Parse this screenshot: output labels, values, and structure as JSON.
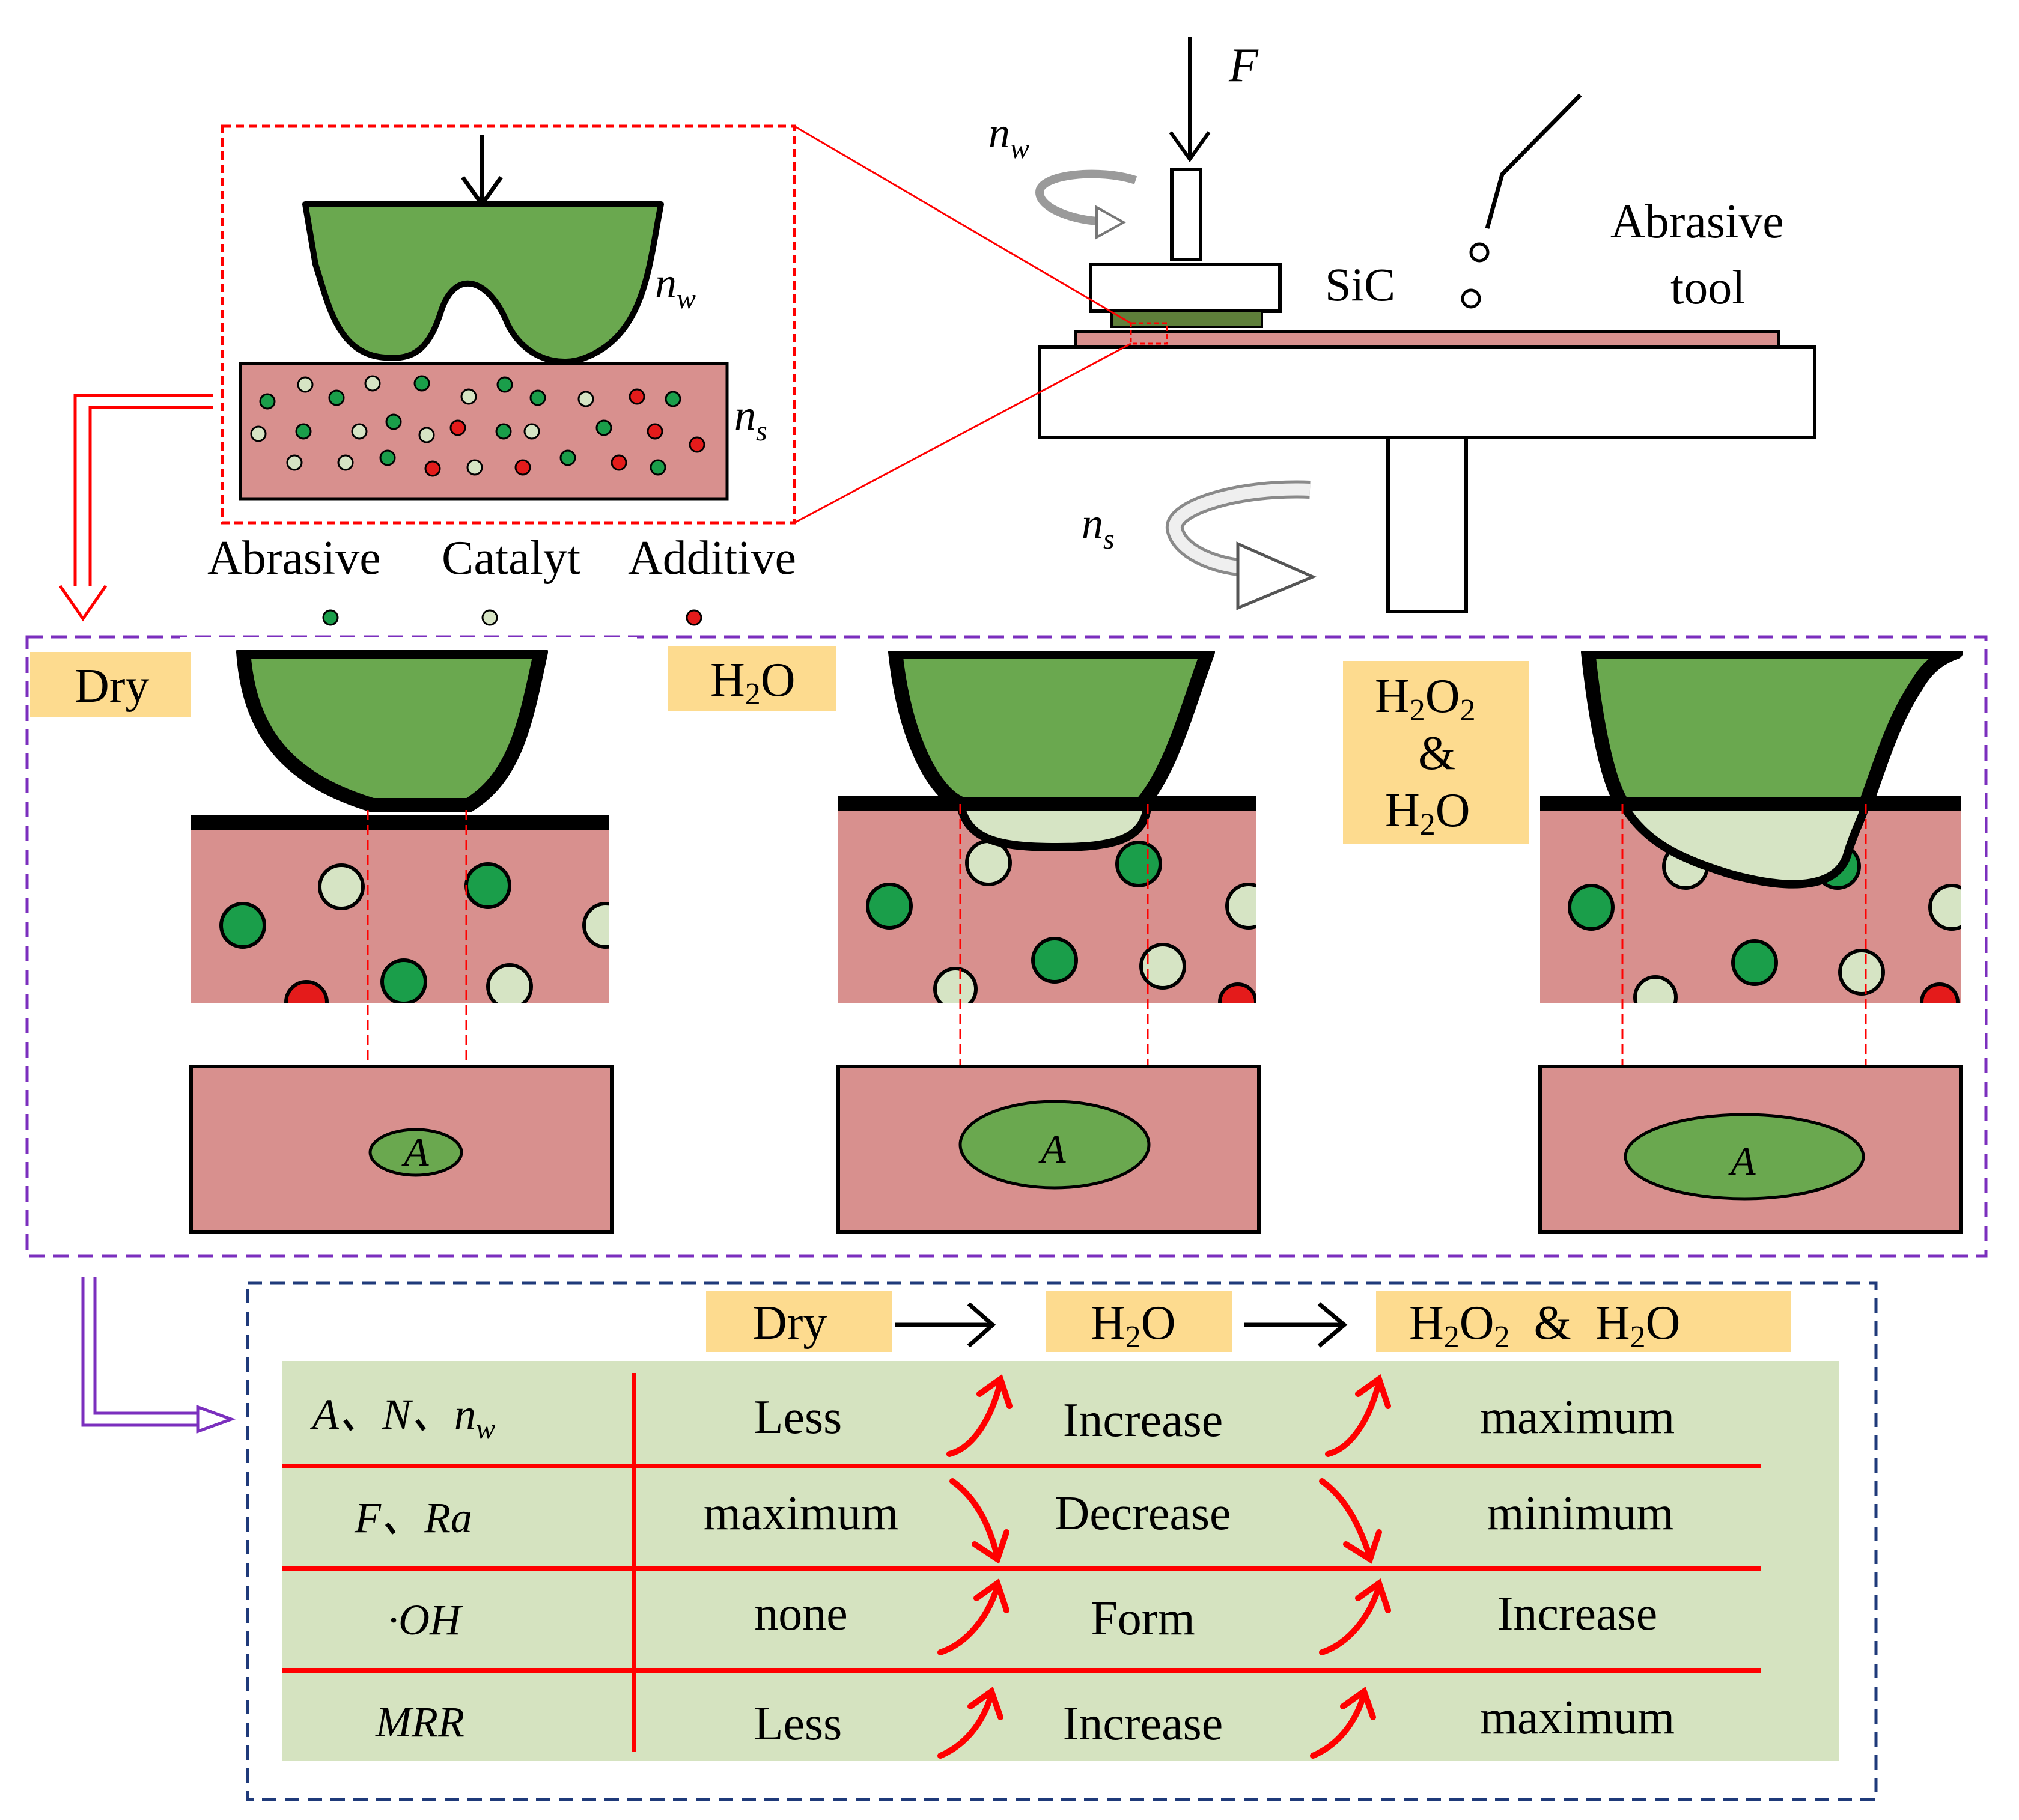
{
  "apparatus": {
    "force_label": "F",
    "rotation_w_label": "n",
    "rotation_w_sub": "w",
    "rotation_s_label": "n",
    "rotation_s_sub": "s",
    "sic_label": "SiC",
    "tool_label_line1": "Abrasive",
    "tool_label_line2": "tool"
  },
  "inset": {
    "rotation_w_label": "n",
    "rotation_w_sub": "w",
    "rotation_s_label": "n",
    "rotation_s_sub": "s"
  },
  "legend": {
    "items": [
      {
        "label": "Abrasive",
        "color": "#1a9e4a"
      },
      {
        "label": "Catalyt",
        "color": "#d6e4c4"
      },
      {
        "label": "Additive",
        "color": "#e41b1b"
      }
    ]
  },
  "conditions": {
    "dry": "Dry",
    "h2o": "H",
    "h2o_sub": "2",
    "h2o_tail": "O",
    "h2o2_line1_a": "H",
    "h2o2_line1_sub1": "2",
    "h2o2_line1_b": "O",
    "h2o2_line1_sub2": "2",
    "h2o2_line2": "&",
    "h2o2_line3_a": "H",
    "h2o2_line3_sub": "2",
    "h2o2_line3_b": "O",
    "contact_area_label": "A"
  },
  "summary": {
    "header": {
      "dry": "Dry",
      "h2o_a": "H",
      "h2o_sub": "2",
      "h2o_b": "O",
      "mix_a": "H",
      "mix_sub1": "2",
      "mix_b": "O",
      "mix_sub2": "2",
      "mix_amp": "&",
      "mix_c": "H",
      "mix_sub3": "2",
      "mix_d": "O"
    },
    "rows": [
      {
        "param": "A、N、n",
        "param_sub": "w",
        "dry": "Less",
        "h2o": "Increase",
        "mix": "maximum",
        "trend": "up"
      },
      {
        "param": "F、Ra",
        "param_sub": "",
        "dry": "maximum",
        "h2o": "Decrease",
        "mix": "minimum",
        "trend": "down"
      },
      {
        "param": "·OH",
        "param_sub": "",
        "dry": "none",
        "h2o": "Form",
        "mix": "Increase",
        "trend": "up"
      },
      {
        "param": "MRR",
        "param_sub": "",
        "dry": "Less",
        "h2o": "Increase",
        "mix": "maximum",
        "trend": "up"
      }
    ]
  },
  "colors": {
    "abrasive_green": "#6aa84f",
    "pad_pink": "#d8908e",
    "label_bg": "#fddb8f",
    "table_bg": "#d5e3c0",
    "red_accent": "#ff0000",
    "purple_box": "#7b2fbe",
    "navy_box": "#1f3a7a"
  }
}
